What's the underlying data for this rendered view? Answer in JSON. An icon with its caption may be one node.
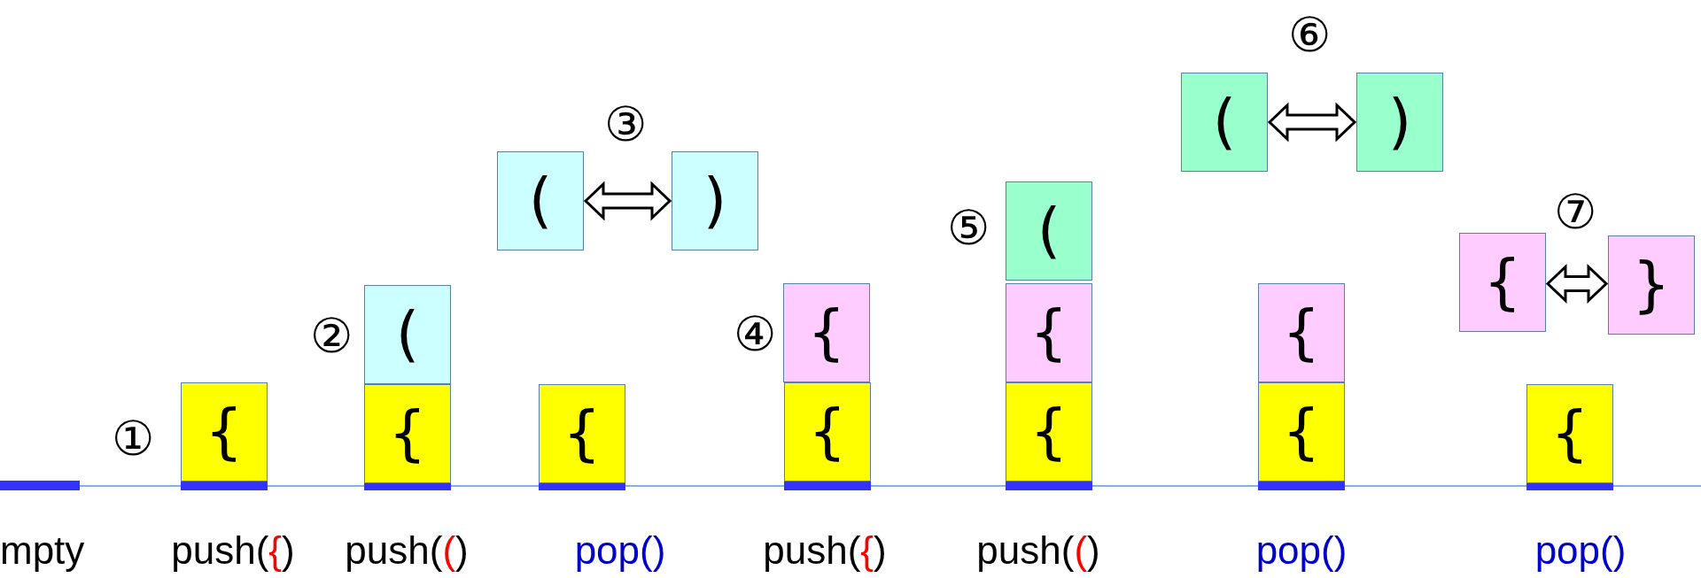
{
  "diagram": {
    "nodes": [
      {
        "text": [
          "{"
        ]
      },
      {
        "text": [
          "("
        ]
      },
      {
        "text": [
          "{"
        ]
      },
      {
        "text": [
          "("
        ]
      },
      {
        "text": [
          ")"
        ]
      },
      {
        "text": [
          "{"
        ]
      },
      {
        "text": [
          "{"
        ]
      },
      {
        "text": [
          "{"
        ]
      },
      {
        "text": [
          "("
        ]
      },
      {
        "text": [
          "{"
        ]
      },
      {
        "text": [
          "{"
        ]
      },
      {
        "text": [
          "("
        ]
      },
      {
        "text": [
          ")"
        ]
      },
      {
        "text": [
          "{"
        ]
      },
      {
        "text": [
          "{"
        ]
      },
      {
        "text": [
          "{"
        ]
      },
      {
        "text": [
          "}"
        ]
      },
      {
        "text": [
          "{"
        ]
      }
    ],
    "edges": [
      {
        "from": 3,
        "to": 4,
        "arrow": "both"
      },
      {
        "from": 11,
        "to": 12,
        "arrow": "both"
      },
      {
        "from": 15,
        "to": 16,
        "arrow": "both"
      }
    ],
    "labels": [
      "①",
      "②",
      "③",
      "④",
      "⑤",
      "⑥",
      "⑦",
      "mpty",
      "push({)",
      "push(()",
      "pop()",
      "push({)",
      "push(()",
      "pop()",
      "pop()"
    ]
  }
}
